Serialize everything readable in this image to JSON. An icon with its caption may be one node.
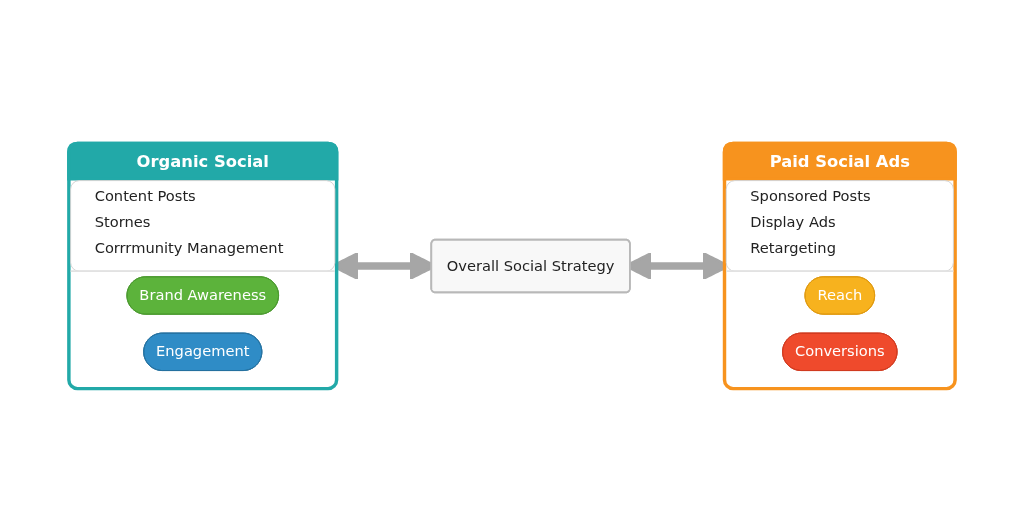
{
  "diagram": {
    "nodes": [
      {
        "text": [
          "Organic Social",
          "Content Posts",
          "Stornes",
          "Corrrmunity Management"
        ]
      },
      {
        "text": [
          "Brand Awareness"
        ],
        "in": 0
      },
      {
        "text": [
          "Engagement"
        ],
        "in": 0
      },
      {
        "text": [
          "Overall Social Strategy"
        ]
      },
      {
        "text": [
          "Paid Social Ads",
          "Sponsored Posts",
          "Display Ads",
          "Retargeting"
        ]
      },
      {
        "text": [
          "Reach"
        ],
        "in": 4
      },
      {
        "text": [
          "Conversions"
        ],
        "in": 4
      }
    ],
    "edges": [
      {
        "from": 0,
        "to": 3,
        "arrow": "both"
      },
      {
        "from": 3,
        "to": 4,
        "arrow": "both"
      }
    ]
  }
}
